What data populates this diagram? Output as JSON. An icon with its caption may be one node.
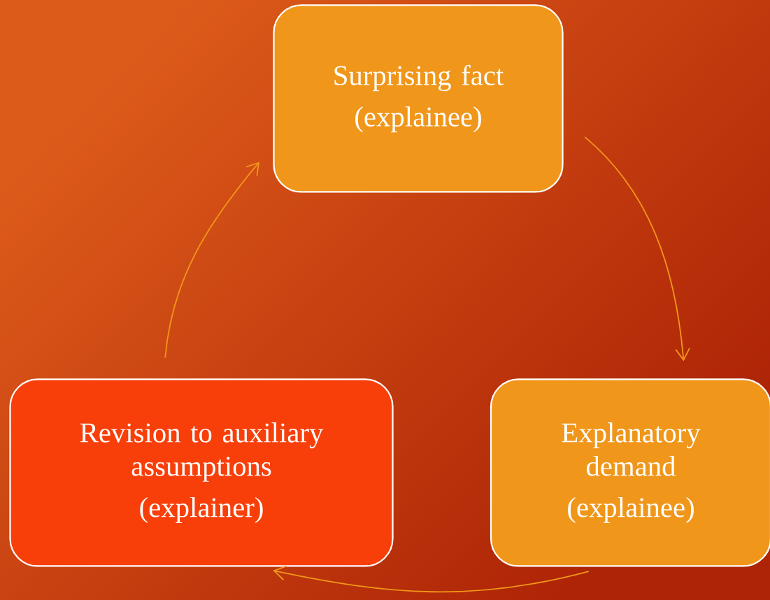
{
  "diagram": {
    "nodes": [
      {
        "text": [
          "Surprising fact",
          "(explainee)"
        ]
      },
      {
        "text": [
          "Explanatory demand",
          "(explainee)"
        ]
      },
      {
        "text": [
          "Revision to auxiliary assumptions",
          "(explainer)"
        ]
      }
    ],
    "edges": [
      {
        "from": 0,
        "to": 1,
        "arrow": "to"
      },
      {
        "from": 1,
        "to": 2,
        "arrow": "to"
      },
      {
        "from": 2,
        "to": 0,
        "arrow": "to"
      }
    ]
  }
}
